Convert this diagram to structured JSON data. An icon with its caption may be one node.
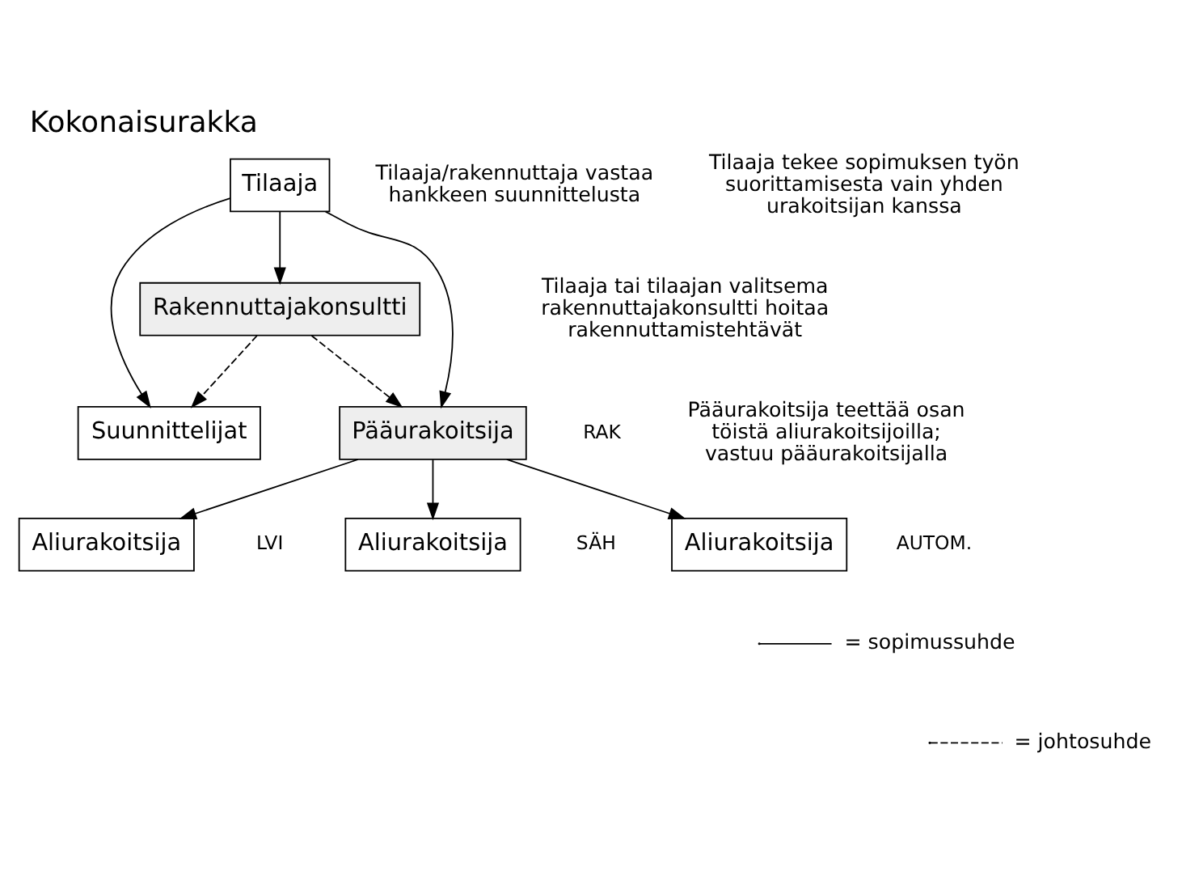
{
  "diagram": {
    "title": "Kokonaisurakka",
    "nodes": [
      {
        "text": [
          "Tilaaja"
        ]
      },
      {
        "text": [
          "Rakennuttajakonsultti"
        ]
      },
      {
        "text": [
          "Suunnittelijat"
        ]
      },
      {
        "text": [
          "Pääurakoitsija"
        ],
        "beside": [
          "RAK"
        ]
      },
      {
        "text": [
          "Aliurakoitsija"
        ],
        "beside": [
          "LVI"
        ]
      },
      {
        "text": [
          "Aliurakoitsija"
        ],
        "beside": [
          "SÄH"
        ]
      },
      {
        "text": [
          "Aliurakoitsija"
        ],
        "beside": [
          "AUTOM."
        ]
      }
    ],
    "edges": [
      {
        "from": 0,
        "to": 1,
        "arrow": "to"
      },
      {
        "from": 0,
        "to": 2,
        "arrow": "to"
      },
      {
        "from": 0,
        "to": 3,
        "arrow": "to"
      },
      {
        "from": 1,
        "to": 2,
        "arrow": "to",
        "style": "dashed"
      },
      {
        "from": 1,
        "to": 3,
        "arrow": "to",
        "style": "dashed"
      },
      {
        "from": 3,
        "to": 4,
        "arrow": "to"
      },
      {
        "from": 3,
        "to": 5,
        "arrow": "to"
      },
      {
        "from": 3,
        "to": 6,
        "arrow": "to"
      }
    ],
    "labels": [
      "Tilaaja/rakennuttaja vastaa hankkeen suunnittelusta",
      "Tilaaja tekee sopimuksen työn suorittamisesta vain yhden urakoitsijan kanssa",
      "Tilaaja tai tilaajan valitsema rakennuttajakonsultti hoitaa rakennuttamistehtävät",
      "Pääurakoitsija teettää osan töistä aliurakoitsijoilla; vastuu pääurakoitsijalla"
    ],
    "legend": [
      {
        "text": "= sopimussuhde"
      },
      {
        "text": "= johtosuhde"
      }
    ]
  }
}
